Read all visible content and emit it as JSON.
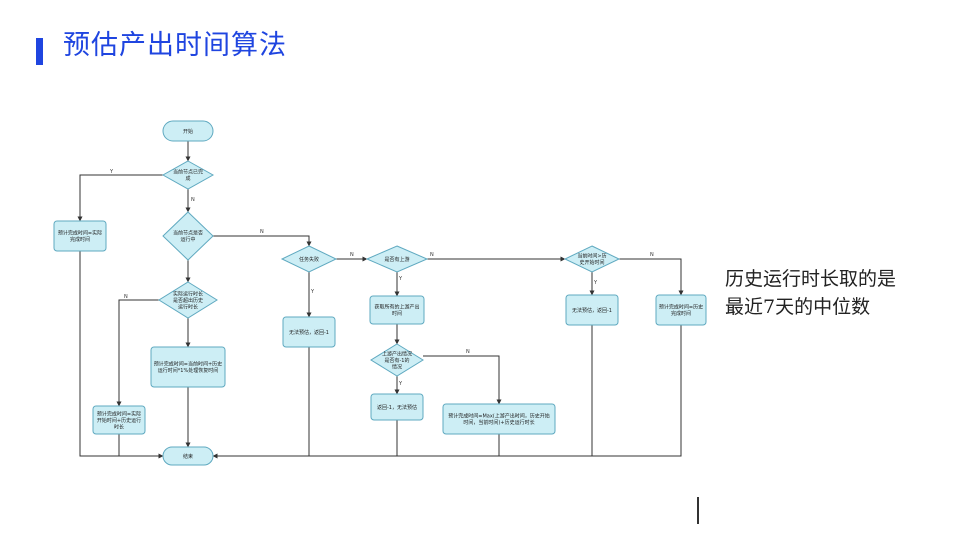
{
  "page": {
    "title": "预估产出时间算法",
    "side_note": [
      "历史运行时长取的是",
      "最近7天的中位数"
    ]
  },
  "colors": {
    "accent": "#1f45e0",
    "node_fill": "#cdeef5",
    "node_stroke": "#5fa9c0",
    "line": "#333333"
  },
  "flowchart": {
    "nodes": {
      "start": [
        "开始"
      ],
      "d_done": [
        "当前节点已完",
        "成"
      ],
      "p_actual_done": [
        "预计完成时间=实际",
        "完成时间"
      ],
      "d_running": [
        "当前节点是否",
        "运行中"
      ],
      "d_fail": [
        "任务失败"
      ],
      "d_upstream": [
        "是否有上游"
      ],
      "d_now_gt": [
        "当前时间>历",
        "史开始时间"
      ],
      "d_run_gt": [
        "实际运行时长",
        "是否超出历史",
        "运行时长"
      ],
      "p_fail": [
        "无法预估，返回-1"
      ],
      "p_get_upstream": [
        "获取所有的上游产出",
        "时间"
      ],
      "p_no_est": [
        "无法预估，返回-1"
      ],
      "p_hist_done": [
        "预计完成时间=历史",
        "完成时间"
      ],
      "p_now_hist": [
        "预计完成时间=当前时间+历史",
        "运行时间*1%处理恢复时间"
      ],
      "d_minus1": [
        "上游产出情况",
        "是否有-1的",
        "情况"
      ],
      "p_actual_start": [
        "预计完成时间=实际",
        "开始时间+历史运行",
        "时长"
      ],
      "p_return": [
        "返回-1，无法预估"
      ],
      "p_max": [
        "预计完成时间=Max(上游产出时间，历史开始",
        "时间，当前时间)+历史运行时长"
      ],
      "end": [
        "结束"
      ]
    },
    "edge_labels": {
      "yes": "Y",
      "no": "N"
    }
  }
}
